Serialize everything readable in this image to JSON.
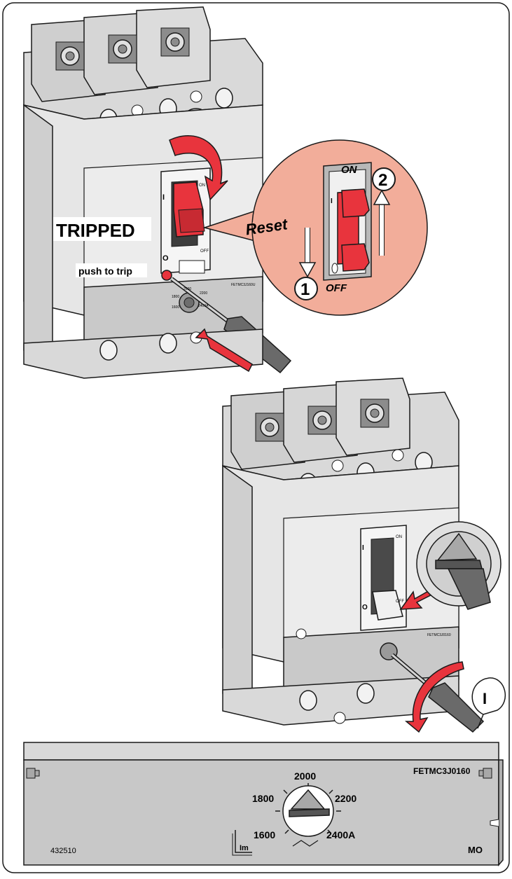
{
  "top_breaker": {
    "status_label": "TRIPPED",
    "push_label": "push to trip",
    "toggle_on_mark": "I",
    "toggle_off_mark": "O",
    "on_small": "ON",
    "off_small": "OFF",
    "plate_code": "FETMC3J160U",
    "dial_small": [
      "1800",
      "2000",
      "2200",
      "1600",
      "2400A"
    ]
  },
  "reset_callout": {
    "on_label": "ON",
    "off_label": "OFF",
    "reset_label": "Reset",
    "step1": "1",
    "step2": "2"
  },
  "bottom_breaker": {
    "on_small": "ON",
    "off_small": "OFF",
    "plate_code": "FETMC3J0160",
    "step_label": "I"
  },
  "trip_unit_panel": {
    "code": "FETMC3J0160",
    "dial_values": {
      "top": "2000",
      "left": "1800",
      "right": "2200",
      "bottom_left": "1600",
      "bottom_right": "2400A"
    },
    "im_label": "Im",
    "serial": "432510",
    "mode": "MO"
  },
  "colors": {
    "red": "#e8343d",
    "salmon": "#f2ad9a",
    "body_light": "#e6e6e6",
    "body_mid": "#cfcfcf",
    "body_dark": "#9a9a9a",
    "outline": "#1a1a1a"
  }
}
